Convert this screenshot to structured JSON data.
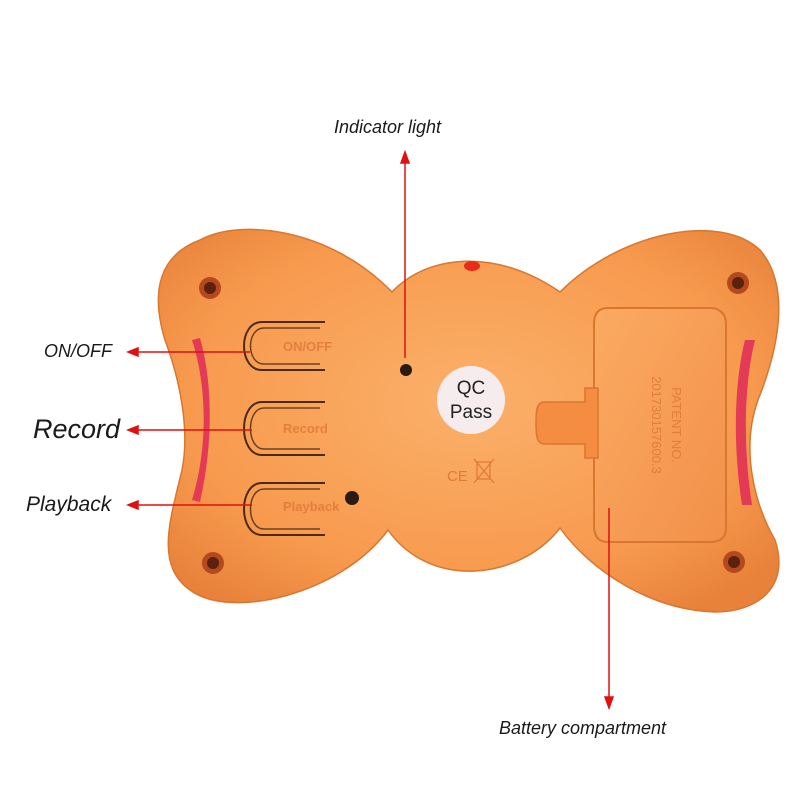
{
  "callouts": {
    "indicator_light": "Indicator light",
    "on_off": "ON/OFF",
    "record": "Record",
    "playback": "Playback",
    "battery_compartment": "Battery compartment"
  },
  "device": {
    "button_labels": {
      "on_off": "ON/OFF",
      "record": "Record",
      "playback": "Playback"
    },
    "sticker": {
      "line1": "QC",
      "line2": "Pass"
    },
    "ce_mark": "CE",
    "patent_line1": "PATENT NO.",
    "patent_line2": "201730157600.3"
  },
  "colors": {
    "body": "#f79a4e",
    "pointer": "#e01010",
    "label_text": "#1a1a1a"
  },
  "icons": [
    "screw-icon",
    "weee-bin-icon",
    "ce-mark-icon"
  ]
}
